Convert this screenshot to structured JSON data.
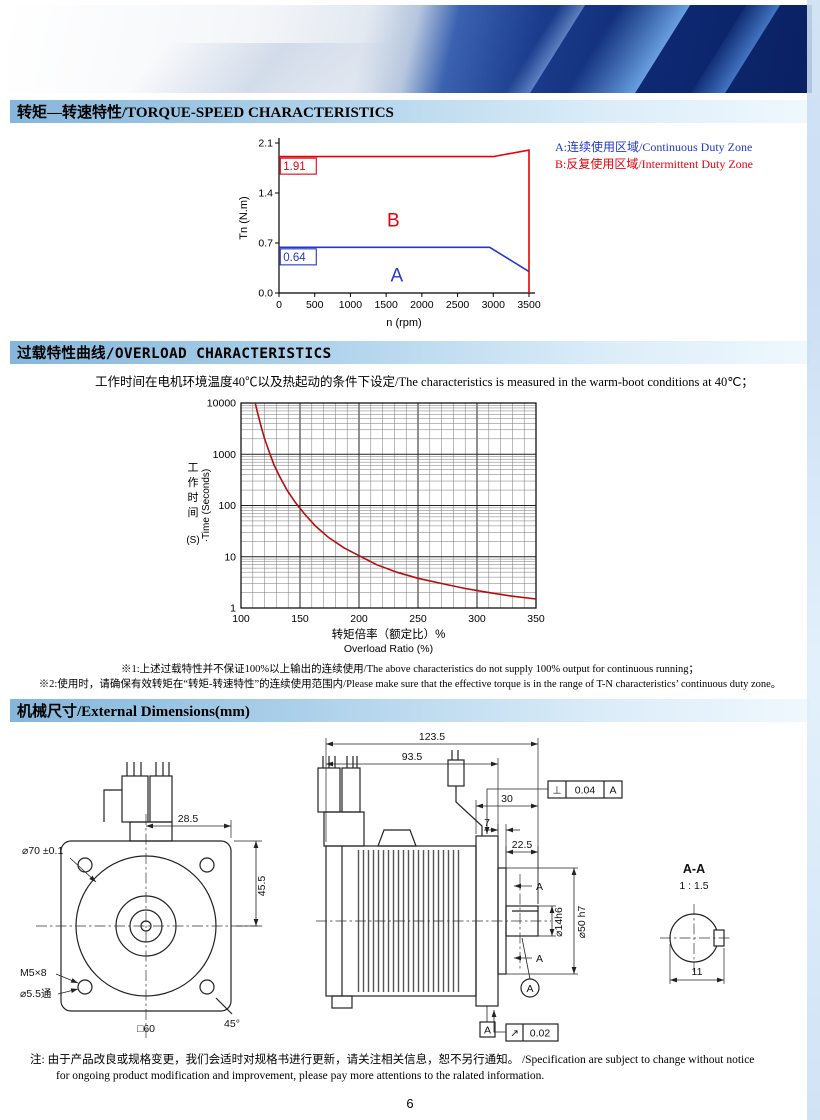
{
  "page": {
    "number": "6"
  },
  "sections": {
    "torque": {
      "title": "转矩—转速特性/TORQUE-SPEED CHARACTERISTICS",
      "legend_a": "A:连续使用区域/Continuous Duty Zone",
      "legend_b": "B:反复使用区域/Intermittent Duty Zone",
      "legend_a_color": "#2438c8",
      "legend_b_color": "#e8000b"
    },
    "overload": {
      "title": "过载特性曲线/OVERLOAD CHARACTERISTICS",
      "condition": "工作时间在电机环境温度40℃以及热起动的条件下设定/The characteristics is measured in the warm-boot conditions at 40℃；",
      "note1": "※1:上述过载特性并不保证100%以上输出的连续使用/The above characteristics do not supply 100% output for continuous running；",
      "note2": "※2:使用时，请确保有效转矩在“转矩-转速特性”的连续使用范围内/Please make sure that the effective torque is in the range of T-N characteristics’ continuous duty zone。"
    },
    "dimensions": {
      "title": "机械尺寸/External Dimensions(mm)"
    }
  },
  "drawing": {
    "front": {
      "dia70": "⌀70 ±0.1",
      "dim_28_5": "28.5",
      "dim_45_5": "45.5",
      "m5": "M5×8",
      "dia55": "⌀5.5通",
      "sq60": "□60",
      "deg45": "45°"
    },
    "side": {
      "dim_123_5": "123.5",
      "dim_93_5": "93.5",
      "dim_30": "30",
      "dim_7": "7",
      "dim_22_5": "22.5",
      "dia14": "⌀14h6",
      "dia50": "⌀50 h7",
      "tol1_sym": "⊥",
      "tol1_val": "0.04",
      "tol1_datum": "A",
      "sec_a_top": "A",
      "sec_a_bot": "A",
      "datum_circle": "A",
      "datum_box": "A",
      "tol2_sym": "↗",
      "tol2_val": "0.02"
    },
    "section": {
      "label": "A-A",
      "scale": "1 : 1.5",
      "dim_11": "11"
    }
  },
  "footer": {
    "note_line1": "注: 由于产品改良或规格变更，我们会适时对规格书进行更新，请关注相关信息，恕不另行通知。 /Specification are subject to change without notice",
    "note_line2": "for ongoing product modification and improvement, please pay more attentions to the ralated information."
  },
  "chart_data": [
    {
      "type": "line",
      "title": "Torque-Speed Characteristics",
      "xlabel": "n (rpm)",
      "ylabel": "Tn (N.m)",
      "xlim": [
        0,
        3500
      ],
      "ylim": [
        0,
        2.1
      ],
      "xticks": [
        0,
        500,
        1000,
        1500,
        2000,
        2500,
        3000,
        3500
      ],
      "yticks": [
        0.0,
        0.7,
        1.4,
        2.1
      ],
      "grid": false,
      "series": [
        {
          "name": "B 反复使用区域/Intermittent Duty Zone",
          "color": "#e8000b",
          "points": [
            [
              0,
              1.91
            ],
            [
              3000,
              1.91
            ],
            [
              3500,
              2.0
            ],
            [
              3500,
              0
            ]
          ]
        },
        {
          "name": "A 连续使用区域/Continuous Duty Zone",
          "color": "#2438c8",
          "points": [
            [
              0,
              0.64
            ],
            [
              2950,
              0.64
            ],
            [
              3500,
              0.3
            ]
          ]
        }
      ],
      "annotations": [
        {
          "text": "1.91",
          "x": 60,
          "y": 1.72,
          "color": "#e8000b",
          "box": true
        },
        {
          "text": "0.64",
          "x": 60,
          "y": 0.45,
          "color": "#2438c8",
          "box": true
        },
        {
          "text": "B",
          "x": 1600,
          "y": 0.93,
          "color": "#e8000b",
          "size": 19
        },
        {
          "text": "A",
          "x": 1650,
          "y": 0.16,
          "color": "#2438c8",
          "size": 19
        }
      ]
    },
    {
      "type": "line",
      "yscale": "log",
      "xlabel_cn": "转矩倍率（额定比）%",
      "xlabel_en": "Overload Ratio (%)",
      "ylabel_cn": "工作时间",
      "ylabel_en": "·Time (Seconds)",
      "ylabel_unit": "(S)",
      "xlim": [
        100,
        350
      ],
      "ylim": [
        1,
        10000
      ],
      "xticks": [
        100,
        150,
        200,
        250,
        300,
        350
      ],
      "yticks": [
        1,
        10,
        100,
        1000,
        10000
      ],
      "x_minor_step": 10,
      "grid": true,
      "series": [
        {
          "name": "过载特性/Overload",
          "color": "#b50d0d",
          "points": [
            [
              112,
              10000
            ],
            [
              114,
              6500
            ],
            [
              117,
              3500
            ],
            [
              120,
              2000
            ],
            [
              124,
              1100
            ],
            [
              128,
              620
            ],
            [
              133,
              360
            ],
            [
              139,
              200
            ],
            [
              146,
              115
            ],
            [
              154,
              68
            ],
            [
              163,
              40
            ],
            [
              174,
              24
            ],
            [
              187,
              15
            ],
            [
              200,
              10.5
            ],
            [
              215,
              7
            ],
            [
              232,
              5
            ],
            [
              250,
              3.8
            ],
            [
              270,
              3
            ],
            [
              290,
              2.4
            ],
            [
              310,
              2
            ],
            [
              330,
              1.7
            ],
            [
              350,
              1.5
            ]
          ]
        }
      ]
    }
  ]
}
